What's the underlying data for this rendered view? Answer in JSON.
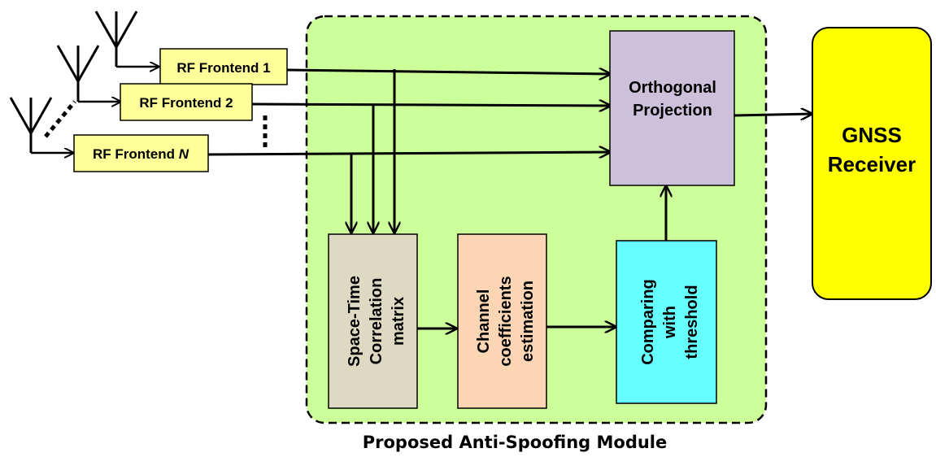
{
  "rf_frontends": [
    {
      "label": "RF Frontend 1",
      "suffix": ""
    },
    {
      "label": "RF Frontend 2",
      "suffix": ""
    },
    {
      "label": "RF Frontend ",
      "suffix": "N"
    }
  ],
  "module": {
    "caption": "Proposed  Anti-Spoofing Module",
    "fill": "#ccff99"
  },
  "blocks": {
    "orthogonal_projection": {
      "lines": [
        "Orthogonal",
        "Projection"
      ],
      "fill": "#ccc0da"
    },
    "space_time": {
      "lines": [
        "Space-Time",
        "Correlation",
        "matrix"
      ],
      "fill": "#ddd9c3"
    },
    "channel": {
      "lines": [
        "Channel",
        "coefficients",
        "estimation"
      ],
      "fill": "#fcd5b4"
    },
    "comparing": {
      "lines": [
        "Comparing",
        "with",
        "threshold"
      ],
      "fill": "#66ffff"
    }
  },
  "gnss_receiver": {
    "lines": [
      "GNSS",
      "Receiver"
    ],
    "fill": "#ffff00"
  },
  "colors": {
    "frontend_fill": "#ffff99",
    "stroke": "#000000"
  }
}
